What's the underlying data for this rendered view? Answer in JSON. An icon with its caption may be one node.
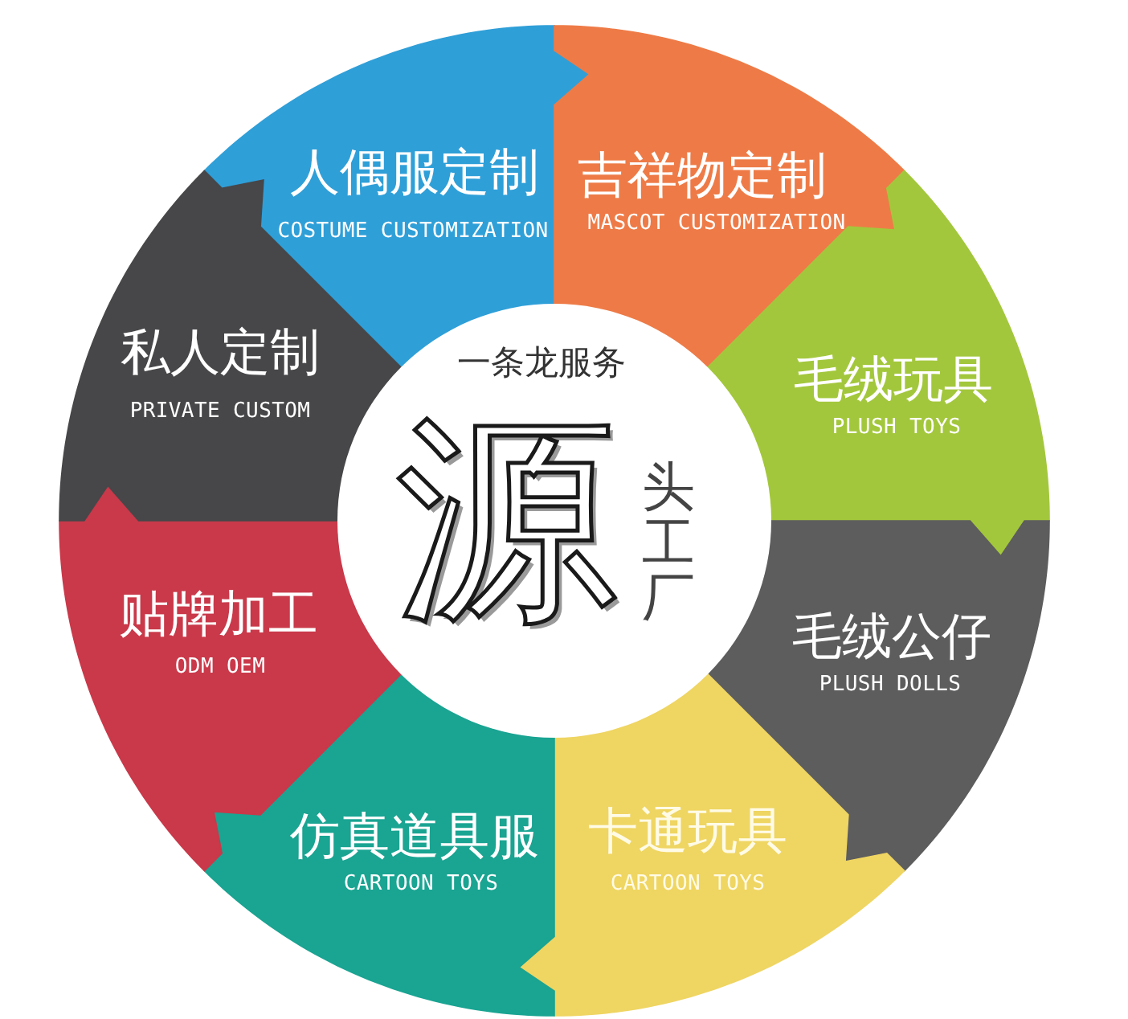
{
  "diagram": {
    "nodes": [
      {
        "text": [
          "人偶服定制",
          "COSTUME CUSTOMIZATION"
        ]
      },
      {
        "text": [
          "吉祥物定制",
          "MASCOT CUSTOMIZATION"
        ]
      },
      {
        "text": [
          "毛绒玩具",
          "PLUSH TOYS"
        ]
      },
      {
        "text": [
          "毛绒公仔",
          "PLUSH DOLLS"
        ]
      },
      {
        "text": [
          "卡通玩具",
          "CARTOON TOYS"
        ]
      },
      {
        "text": [
          "仿真道具服",
          "CARTOON TOYS"
        ]
      },
      {
        "text": [
          "贴牌加工",
          "ODM OEM"
        ]
      },
      {
        "text": [
          "私人定制",
          "PRIVATE CUSTOM"
        ]
      },
      {
        "text": [
          "一条龙服务",
          "源",
          "头工厂"
        ]
      }
    ]
  }
}
